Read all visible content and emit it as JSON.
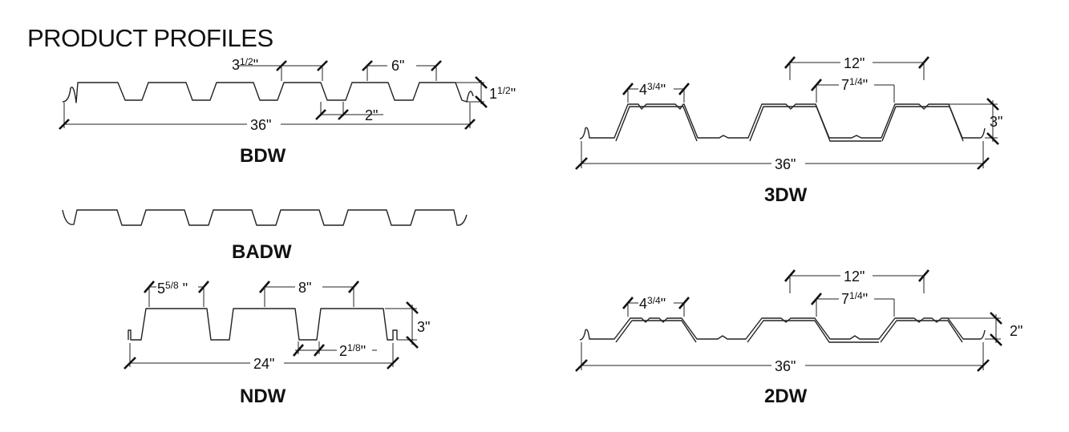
{
  "heading": "PRODUCT PROFILES",
  "profiles": {
    "bdw": {
      "name": "BDW",
      "dims": {
        "top_width": "3",
        "top_width_frac": "1/2",
        "pitch": "6\"",
        "depth": "1",
        "depth_frac": "1/2",
        "rib_bottom": "2\"",
        "cover_width": "36\""
      }
    },
    "badw": {
      "name": "BADW"
    },
    "ndw": {
      "name": "NDW",
      "dims": {
        "top_width": "5",
        "top_width_frac": "5/8",
        "top_width_unit": " \"",
        "pitch": "8\"",
        "depth": "3\"",
        "rib_bottom": "2",
        "rib_bottom_frac": "1/8",
        "cover_width": "24\""
      }
    },
    "3dw": {
      "name": "3DW",
      "dims": {
        "top_width": "4",
        "top_width_frac": "3/4",
        "pitch": "12\"",
        "rib_bottom": "7",
        "rib_bottom_frac": "1/4",
        "depth": "3\"",
        "cover_width": "36\""
      }
    },
    "2dw": {
      "name": "2DW",
      "dims": {
        "top_width": "4",
        "top_width_frac": "3/4",
        "pitch": "12\"",
        "rib_bottom": "7",
        "rib_bottom_frac": "1/4",
        "depth": "2\"",
        "cover_width": "36\""
      }
    }
  }
}
